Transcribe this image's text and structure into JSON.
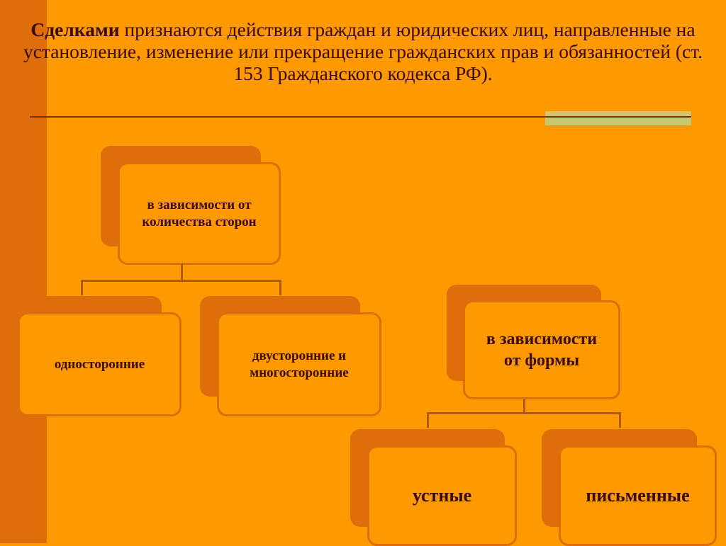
{
  "slide": {
    "background_color": "#FF9900",
    "left_bar_color": "#DE6E0A",
    "text_color": "#3A0A00",
    "accent_highlight_color": "#C8C870"
  },
  "title": {
    "bold_term": "Сделками",
    "rest": " признаются действия граждан и юридических лиц, направленные на  установление, изменение или прекращение гражданских прав и обязанностей (ст. 153 Гражданского кодекса РФ)."
  },
  "diagram": {
    "by_parties": {
      "label": "в зависимости от количества сторон",
      "children": [
        {
          "label": "односторонние"
        },
        {
          "label": "двусторонние и многосторонние"
        }
      ]
    },
    "by_form": {
      "label": "в зависимости от формы",
      "children": [
        {
          "label": "устные"
        },
        {
          "label": "письменные"
        }
      ]
    }
  }
}
